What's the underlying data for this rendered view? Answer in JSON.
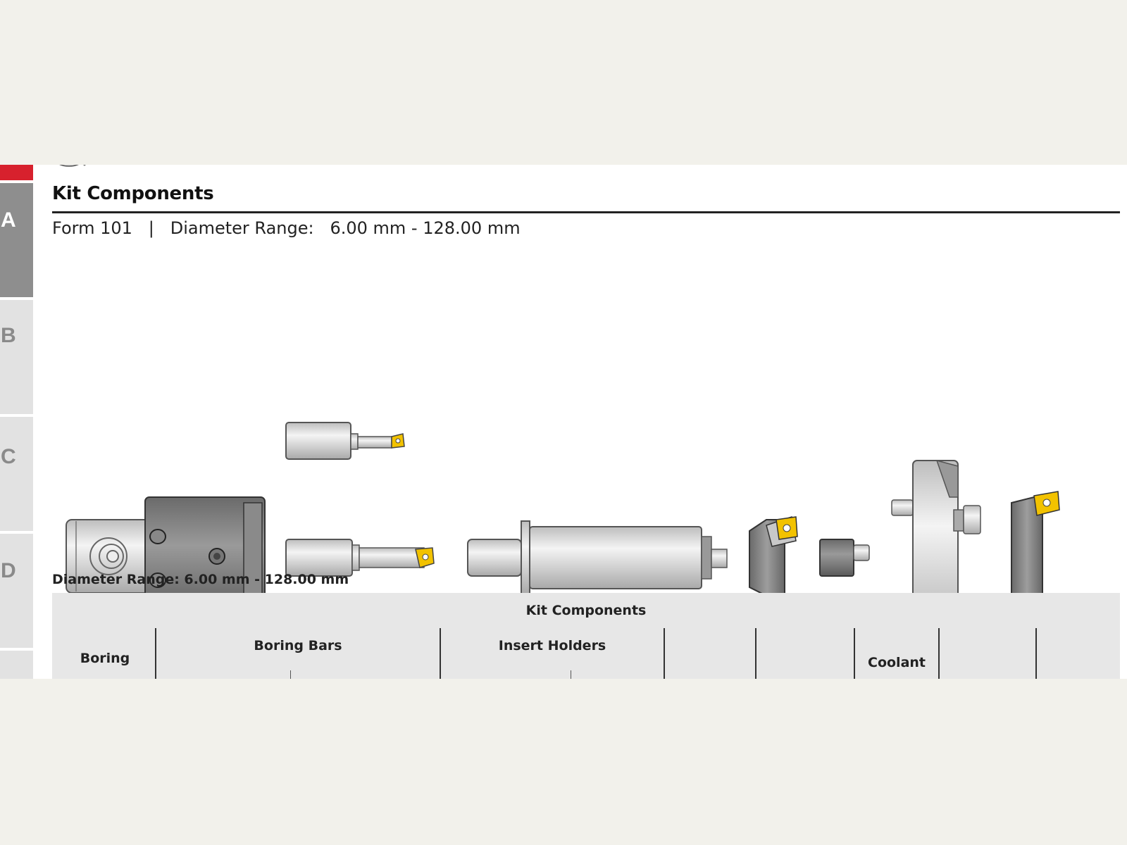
{
  "sidebar": {
    "tabs": [
      {
        "letter": "A",
        "active": true
      },
      {
        "letter": "B",
        "active": false
      },
      {
        "letter": "C",
        "active": false
      },
      {
        "letter": "D",
        "active": false
      }
    ],
    "accent_color": "#d7212d"
  },
  "header": {
    "title": "Kit Components",
    "subtitle": "Form 101   |   Diameter Range:   6.00 mm - 128.00 mm"
  },
  "illustration": {
    "parts": [
      "boring-head",
      "boring-bar",
      "extension",
      "insert-holder",
      "adapter",
      "facing-head"
    ],
    "insert_color": "#f2c200"
  },
  "table": {
    "range_label": "Diameter Range: 6.00 mm - 128.00 mm",
    "group_header": "Kit Components",
    "columns": [
      "Boring",
      "Boring Bars",
      "Insert Holders",
      "Coolant"
    ]
  }
}
